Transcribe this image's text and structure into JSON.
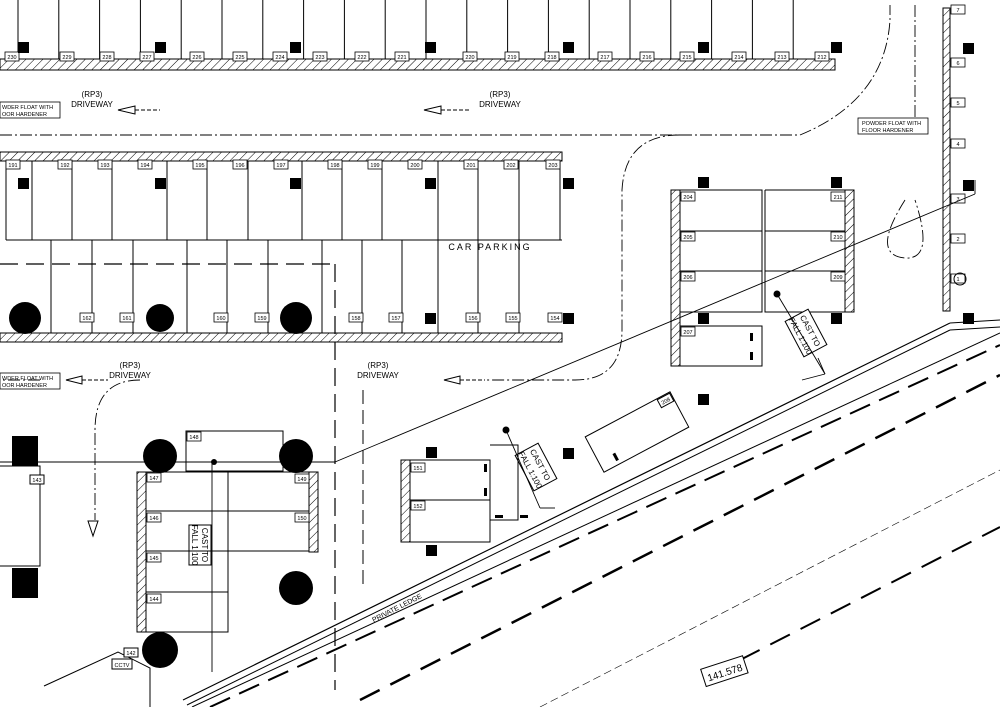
{
  "driveway": {
    "code": "(RP3)",
    "label": "DRIVEWAY"
  },
  "finish_note": {
    "line1": "POWDER FLOAT WITH",
    "line2": "FLOOR HARDENER",
    "cut_line1": "WDER FLOAT WITH",
    "cut_line2": "OOR HARDENER"
  },
  "car_parking": "CAR PARKING",
  "cast_to_fall": {
    "line1": "CAST TO",
    "line2": "FALL 1:100"
  },
  "private_ledge": "PRIVATE LEDGE",
  "spot_level": "141.578",
  "cctv": "CCTV",
  "bay_numbers": {
    "top_row": [
      "230",
      "229",
      "228",
      "227",
      "226",
      "225",
      "224",
      "223",
      "222",
      "221",
      "220",
      "219",
      "218",
      "217",
      "216",
      "215",
      "214",
      "213",
      "212"
    ],
    "right_column": [
      "7",
      "6",
      "5",
      "4",
      "3",
      "2",
      "1"
    ],
    "middle_top": [
      "191",
      "192",
      "193",
      "194",
      "195",
      "196",
      "197",
      "198",
      "199",
      "200",
      "201",
      "202",
      "203"
    ],
    "middle_bottom": [
      "162",
      "161",
      "160",
      "159",
      "158",
      "157",
      "156",
      "155",
      "154"
    ],
    "right_block": [
      "204",
      "205",
      "206",
      "207",
      "211",
      "210",
      "209",
      "208"
    ],
    "bottom_left": [
      "148",
      "147",
      "146",
      "145",
      "144",
      "149",
      "150",
      "143",
      "142"
    ],
    "bottom_mid": [
      "151",
      "152"
    ]
  },
  "colors": {
    "line": "#000000",
    "fill": "#000000",
    "background": "#ffffff"
  }
}
